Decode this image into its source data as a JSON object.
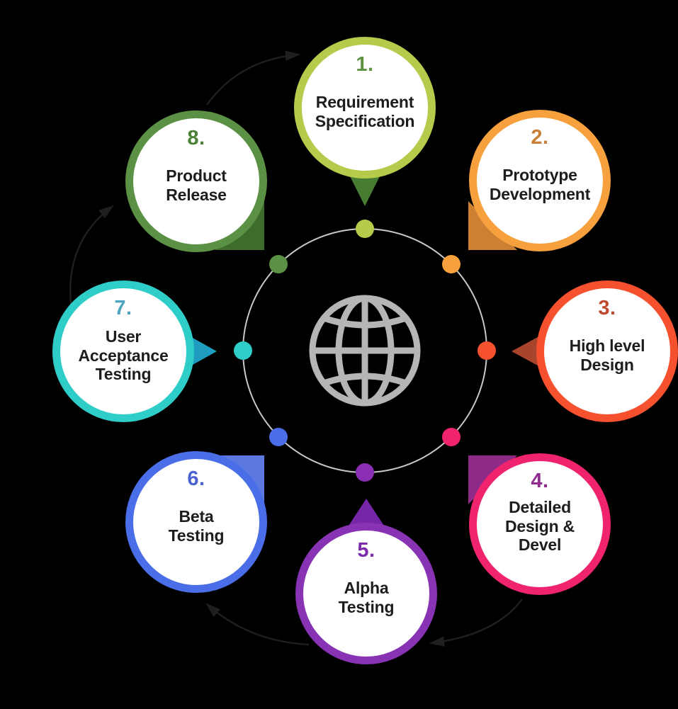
{
  "canvas": {
    "background": "#000000"
  },
  "text_color": "#1d1d1b",
  "arrow_color": "#1f1f1f",
  "center_hub": {
    "icon": "globe-icon",
    "globe_color": "#b5b5b5",
    "ring_color": "#c9c9c9"
  },
  "steps": [
    {
      "number": "1.",
      "title": "Requirement\nSpecification",
      "border_color": "#b5cb4b",
      "number_color": "#5f9343",
      "pointer_color": "#487c31",
      "dot_color": "#b5cb4b"
    },
    {
      "number": "2.",
      "title": "Prototype\nDevelopment",
      "border_color": "#f6a13e",
      "number_color": "#c97f36",
      "pointer_color": "#cd8034",
      "dot_color": "#f6a13e"
    },
    {
      "number": "3.",
      "title": "High level\nDesign",
      "border_color": "#f5512f",
      "number_color": "#c04a2f",
      "pointer_color": "#a8432c",
      "dot_color": "#f5512f"
    },
    {
      "number": "4.",
      "title": "Detailed\nDesign &\nDevel",
      "border_color": "#f0246e",
      "number_color": "#8f2c8f",
      "pointer_color": "#8e2a88",
      "dot_color": "#f0246e"
    },
    {
      "number": "5.",
      "title": "Alpha\nTesting",
      "border_color": "#8833b4",
      "number_color": "#7c2bad",
      "pointer_color": "#7527a8",
      "dot_color": "#8a2eb4"
    },
    {
      "number": "6.",
      "title": "Beta\nTesting",
      "border_color": "#4a6ee8",
      "number_color": "#4a63cf",
      "pointer_color": "#5b79e0",
      "dot_color": "#4a6ee8"
    },
    {
      "number": "7.",
      "title": "User\nAcceptance\nTesting",
      "border_color": "#2fcdc8",
      "number_color": "#4da4bf",
      "pointer_color": "#1f9dc1",
      "dot_color": "#2fcdc8"
    },
    {
      "number": "8.",
      "title": "Product\nRelease",
      "border_color": "#5b9145",
      "number_color": "#4d8138",
      "pointer_color": "#3e6c2d",
      "dot_color": "#5b9145"
    }
  ],
  "arrows": [
    {
      "from": "8",
      "to": "1"
    },
    {
      "from": "7",
      "to": "8"
    },
    {
      "from": "5",
      "to": "6"
    },
    {
      "from": "4",
      "to": "5"
    }
  ]
}
